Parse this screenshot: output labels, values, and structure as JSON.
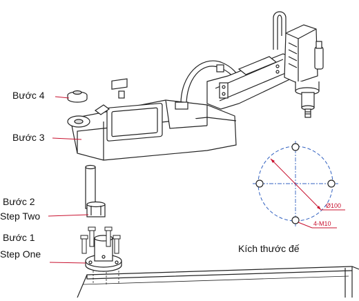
{
  "labels": {
    "step4": "Bước 4",
    "step3": "Bước 3",
    "step2": "Bước 2",
    "step2_en": "Step Two",
    "step1": "Bước 1",
    "step1_en": "Step One",
    "base_size": "Kích thước đế"
  },
  "dimensions": {
    "diameter": "Ø100",
    "holes": "4-M10"
  },
  "colors": {
    "line": "#222222",
    "leader": "#c8102e",
    "dimension": "#c8102e",
    "center_line": "#3060c0"
  }
}
